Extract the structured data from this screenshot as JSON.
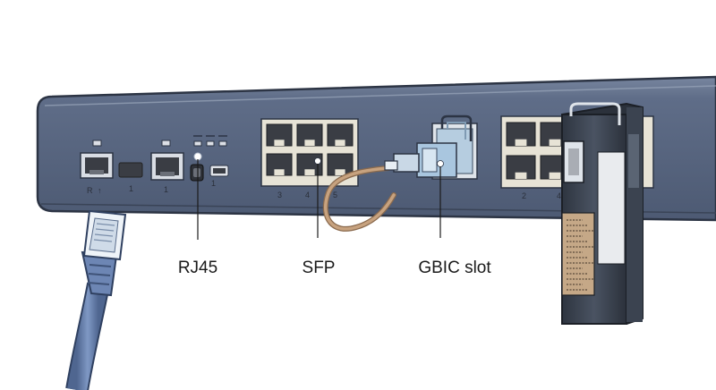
{
  "diagram": {
    "callouts": {
      "rj45": "RJ45",
      "sfp": "SFP",
      "gbic": "GBIC slot"
    },
    "port_labels": {
      "port_r": "R",
      "port_r_mark": "↑",
      "port_1a": "1",
      "port_1b": "1",
      "port_1c": "1",
      "port_3": "3",
      "port_4a": "4",
      "port_5": "5",
      "port_2": "2",
      "port_4b": "4"
    },
    "colors": {
      "chassis": "#5d6b86",
      "chassis_edge": "#2c3444",
      "faceplate": "#697792",
      "port_block": "#e7e3d6",
      "port_socket": "#3a3d44",
      "cable": "#6d86b4",
      "fiber": "#b08a68",
      "connector_blue": "#a9c6df",
      "transceiver_body": "#3b4350",
      "transceiver_label": "#c5a887",
      "indicator_light": "#ffffff"
    }
  }
}
